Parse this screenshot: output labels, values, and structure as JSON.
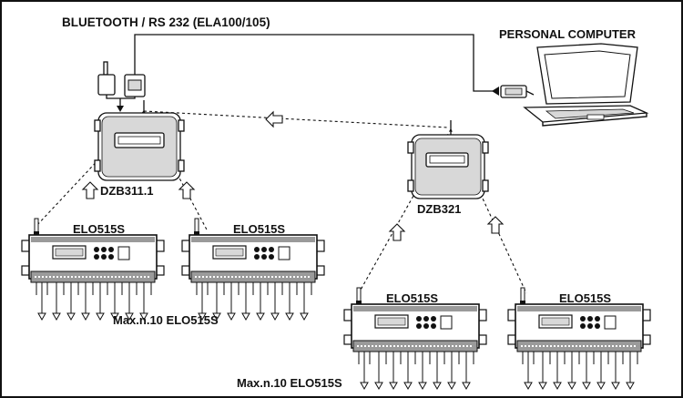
{
  "labels": {
    "link_title": "BLUETOOTH / RS 232 (ELA100/105)",
    "computer": "PERSONAL COMPUTER",
    "hub_left": "DZB311.1",
    "hub_right": "DZB321",
    "unit_1": "ELO515S",
    "unit_2": "ELO515S",
    "unit_3": "ELO515S",
    "unit_4": "ELO515S",
    "max_left": "Max.n.10 ELO515S",
    "max_right": "Max.n.10 ELO515S"
  },
  "colors": {
    "line": "#111111",
    "fill": "#ffffff",
    "shade": "#d8d8d8",
    "panel": "#9a9a9a"
  }
}
